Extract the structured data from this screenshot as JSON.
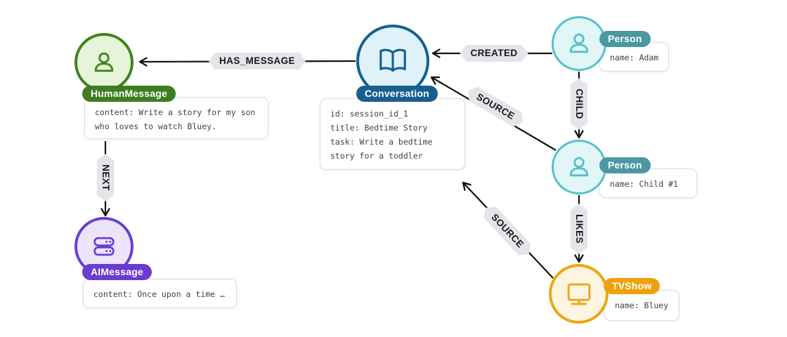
{
  "colors": {
    "edge_color": "#141414",
    "tag_bg": "#e3e5e9",
    "tag_text": "#16181d",
    "card_bg": "#ffffff",
    "card_border": "#d9dde3",
    "card_text": "#3d4349",
    "human_message_fill": "#e7f5da",
    "human_message_border": "#3e8220",
    "human_message_badge": "#3e7d20",
    "conversation_fill": "#e0f2f9",
    "conversation_border": "#15608f",
    "conversation_badge": "#15608f",
    "person_fill": "#e2f6f8",
    "person_border": "#53c1c9",
    "person_badge": "#4b98a3",
    "ai_message_fill": "#ece4fa",
    "ai_message_border": "#6b3fd1",
    "ai_message_badge": "#6d3bd0",
    "tvshow_fill": "#fdf4e2",
    "tvshow_border": "#eda713",
    "tvshow_badge": "#efa10c"
  },
  "nodes": {
    "human_message": {
      "label": "HumanMessage",
      "icon": "person-icon",
      "properties": [
        "content: Write a story for my son",
        "who loves to watch Bluey."
      ]
    },
    "conversation": {
      "label": "Conversation",
      "icon": "open-book-icon",
      "properties": [
        "id: session_id_1",
        "title: Bedtime Story",
        "task: Write a bedtime",
        "story for a toddler"
      ]
    },
    "person_adam": {
      "label": "Person",
      "icon": "person-icon",
      "properties": [
        "name: Adam"
      ]
    },
    "person_child": {
      "label": "Person",
      "icon": "person-icon",
      "properties": [
        "name: Child #1"
      ]
    },
    "ai_message": {
      "label": "AIMessage",
      "icon": "database-icon",
      "properties": [
        "content: Once upon a time …"
      ]
    },
    "tv_show": {
      "label": "TVShow",
      "icon": "tv-icon",
      "properties": [
        "name: Bluey"
      ]
    }
  },
  "edges": {
    "has_message": {
      "label": "HAS_MESSAGE",
      "from": "Conversation",
      "to": "HumanMessage"
    },
    "created": {
      "label": "CREATED",
      "from": "Person (Adam)",
      "to": "Conversation"
    },
    "source_child": {
      "label": "SOURCE",
      "from": "Person (Child #1)",
      "to": "Conversation"
    },
    "child": {
      "label": "CHILD",
      "from": "Person (Adam)",
      "to": "Person (Child #1)"
    },
    "likes": {
      "label": "LIKES",
      "from": "Person (Child #1)",
      "to": "TVShow"
    },
    "source_tvshow": {
      "label": "SOURCE",
      "from": "TVShow",
      "to": "Conversation"
    },
    "next": {
      "label": "NEXT",
      "from": "HumanMessage",
      "to": "AIMessage"
    }
  }
}
